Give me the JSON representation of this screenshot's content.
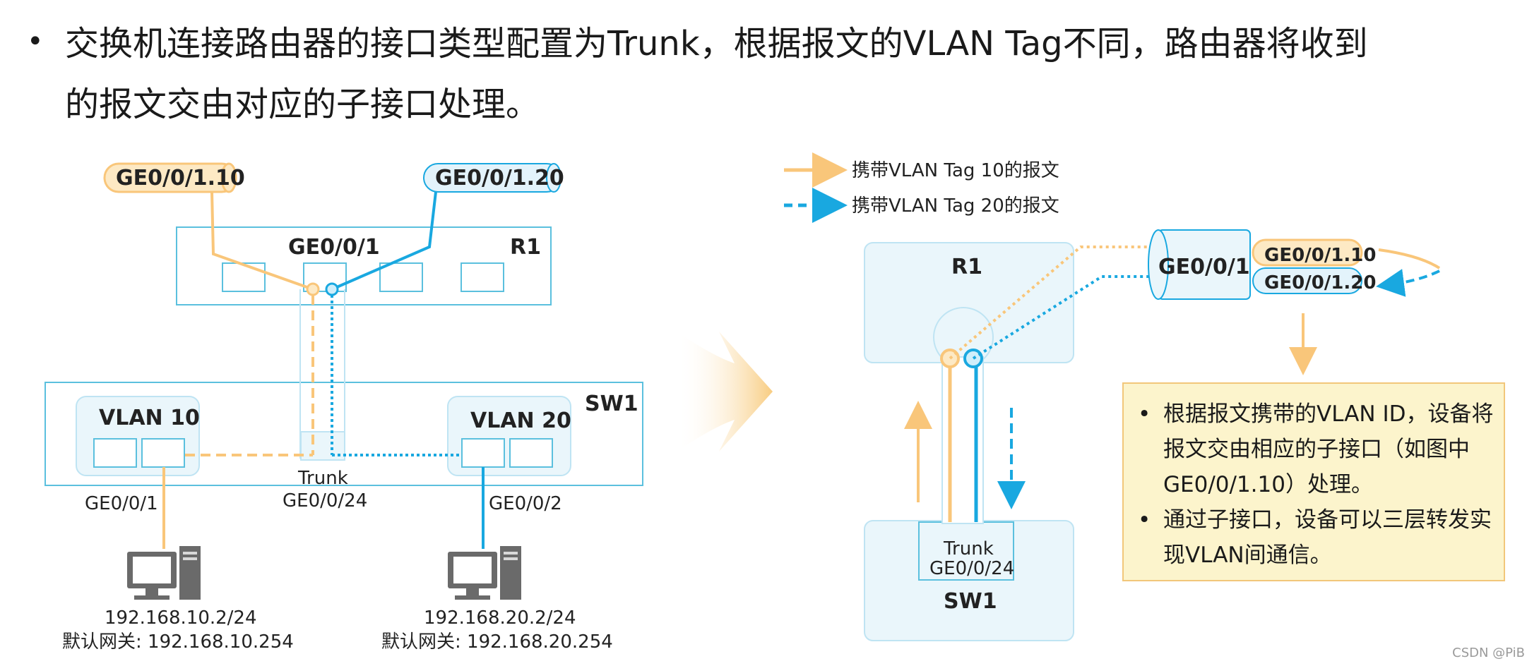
{
  "heading": {
    "line1": "交换机连接路由器的接口类型配置为Trunk，根据报文的VLAN  Tag不同，路由器将收到",
    "line2": "的报文交由对应的子接口处理。"
  },
  "left_diagram": {
    "subif_10": "GE0/0/1.10",
    "subif_20": "GE0/0/1.20",
    "router_port": "GE0/0/1",
    "router_name": "R1",
    "switch_name": "SW1",
    "vlan10": "VLAN 10",
    "vlan20": "VLAN 20",
    "trunk": "Trunk",
    "port_left": "GE0/0/1",
    "port_trunk": "GE0/0/24",
    "port_right": "GE0/0/2",
    "pc1_ip": "192.168.10.2/24",
    "pc1_gw": "默认网关: 192.168.10.254",
    "pc2_ip": "192.168.20.2/24",
    "pc2_gw": "默认网关: 192.168.20.254"
  },
  "legend": {
    "tag10": "携带VLAN Tag 10的报文",
    "tag20": "携带VLAN Tag 20的报文"
  },
  "right_diagram": {
    "router_name": "R1",
    "switch_name": "SW1",
    "trunk": "Trunk",
    "trunk_port": "GE0/0/24",
    "physical_port": "GE0/0/1",
    "subif_10": "GE0/0/1.10",
    "subif_20": "GE0/0/1.20"
  },
  "info": {
    "item1": "根据报文携带的VLAN ID，设备将报文交由相应的子接口（如图中GE0/0/1.10）处理。",
    "item2": "通过子接口，设备可以三层转发实现VLAN间通信。"
  },
  "colors": {
    "vlan10": "#f9c67a",
    "vlan20": "#19a8e0",
    "box_border": "#5bc0de",
    "box_fill": "#eaf6fb"
  },
  "watermark": "CSDN @PiB"
}
